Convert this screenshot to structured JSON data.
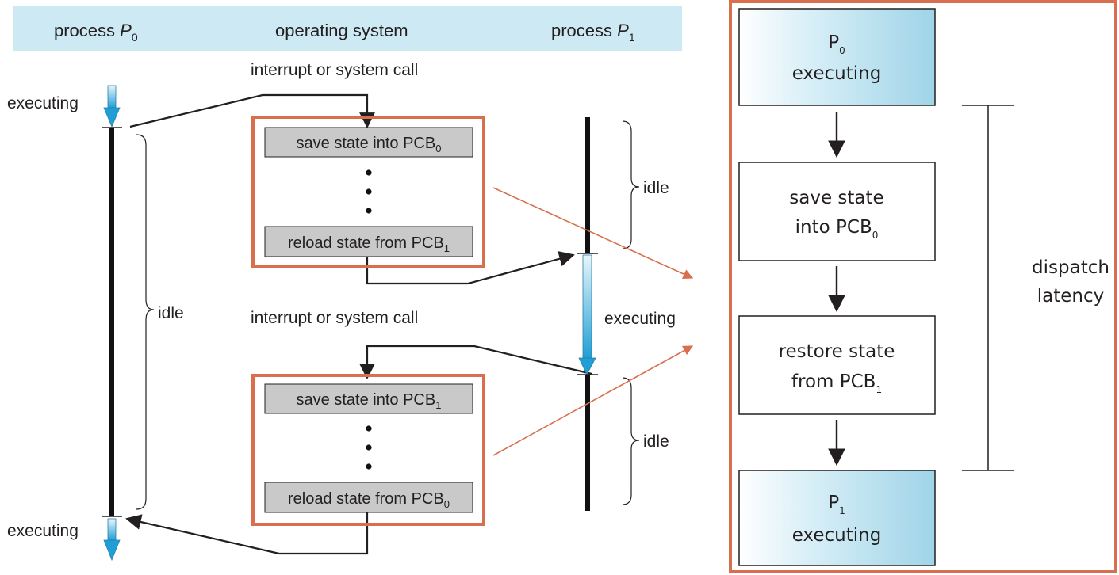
{
  "header": {
    "process0_text": "process ",
    "process0_var": "P",
    "process0_sub": "0",
    "os": "operating system",
    "process1_text": "process ",
    "process1_var": "P",
    "process1_sub": "1"
  },
  "left": {
    "interrupt_label_1": "interrupt or system call",
    "interrupt_label_2": "interrupt or system call",
    "executing_top": "executing",
    "executing_bottom": "executing",
    "executing_p1": "executing",
    "idle_p0": "idle",
    "idle_p1_top": "idle",
    "idle_p1_bottom": "idle",
    "ops_block_1": {
      "save": "save state into PCB",
      "save_sub": "0",
      "reload": "reload state from PCB",
      "reload_sub": "1"
    },
    "ops_block_2": {
      "save": "save state into PCB",
      "save_sub": "1",
      "reload": "reload state from PCB",
      "reload_sub": "0"
    }
  },
  "right": {
    "box1": {
      "line1": "P",
      "line1_sub": "0",
      "line2": "executing"
    },
    "box2": {
      "line1": "save state",
      "line2": "into PCB",
      "line2_sub": "0"
    },
    "box3": {
      "line1": "restore state",
      "line2": "from PCB",
      "line2_sub": "1"
    },
    "box4": {
      "line1": "P",
      "line1_sub": "1",
      "line2": "executing"
    },
    "latency_line1": "dispatch",
    "latency_line2": "latency"
  },
  "colors": {
    "header_band": "#cde9f3",
    "highlight": "#d8704f",
    "gray_box": "#c9c9c9",
    "arrow_blue": "#29a8d9"
  }
}
